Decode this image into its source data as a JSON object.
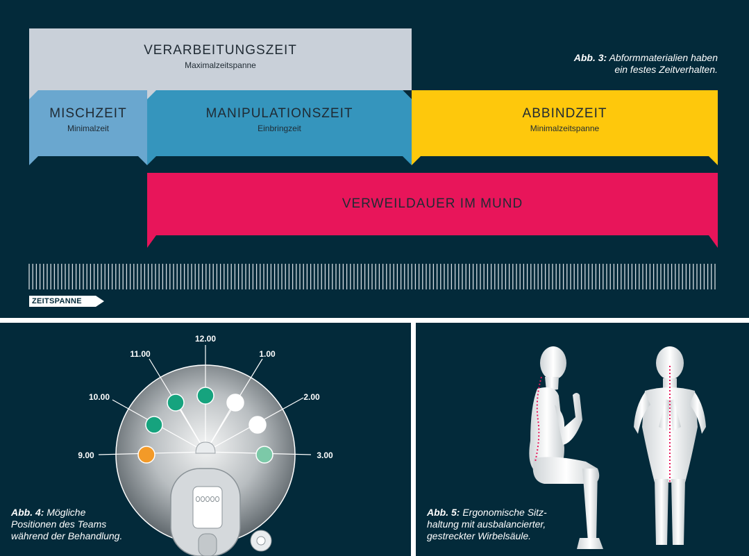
{
  "fig3": {
    "processing": {
      "title": "VERARBEITUNGSZEIT",
      "sub": "Maximalzeitspanne"
    },
    "mixing": {
      "title": "MISCHZEIT",
      "sub": "Minimalzeit"
    },
    "manipulation": {
      "title": "MANIPULATIONSZEIT",
      "sub": "Einbringzeit"
    },
    "setting": {
      "title": "ABBINDZEIT",
      "sub": "Minimalzeitspanne"
    },
    "mouth": {
      "title": "VERWEILDAUER IM MUND"
    },
    "timeline_label": "ZEITSPANNE",
    "caption_label": "Abb. 3:",
    "caption_line1": "Abformmaterialien haben",
    "caption_line2": "ein festes Zeitverhalten.",
    "colors": {
      "processing": "#c9d0d9",
      "mixing": "#6aa7cf",
      "manipulation": "#3595bd",
      "setting": "#fec80c",
      "mouth": "#e8155a"
    }
  },
  "fig4": {
    "clock_labels": [
      "12.00",
      "1.00",
      "2.00",
      "3.00",
      "9.00",
      "10.00",
      "11.00"
    ],
    "caption_label": "Abb. 4:",
    "caption_line1": "Mögliche",
    "caption_line2": "Positionen des Teams",
    "caption_line3": "während der Behandlung.",
    "colors": {
      "assistant": "#16a37e",
      "operator": "#f39a28",
      "free": "#ffffff",
      "light_teal": "#7cc9a8"
    }
  },
  "fig5": {
    "caption_label": "Abb. 5:",
    "caption_line1": "Ergonomische Sitz-",
    "caption_line2": "haltung mit ausbalancierter,",
    "caption_line3": "gestreckter Wirbelsäule."
  }
}
